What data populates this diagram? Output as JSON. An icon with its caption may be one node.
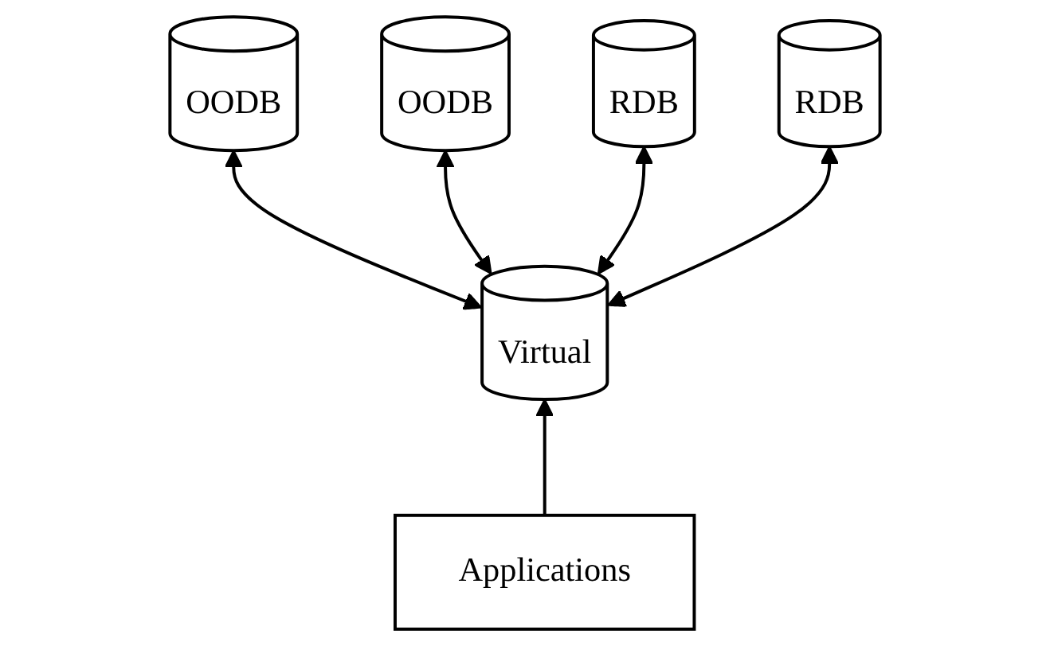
{
  "diagram": {
    "nodes": [
      {
        "text": [
          "OODB"
        ]
      },
      {
        "text": [
          "OODB"
        ]
      },
      {
        "text": [
          "RDB"
        ]
      },
      {
        "text": [
          "RDB"
        ]
      },
      {
        "text": [
          "Virtual"
        ]
      },
      {
        "text": [
          "Applications"
        ]
      }
    ],
    "edges": [
      {
        "from": 0,
        "to": 4,
        "arrow": "both"
      },
      {
        "from": 1,
        "to": 4,
        "arrow": "both"
      },
      {
        "from": 2,
        "to": 4,
        "arrow": "both"
      },
      {
        "from": 3,
        "to": 4,
        "arrow": "both"
      },
      {
        "from": 5,
        "to": 4,
        "arrow": "to"
      }
    ]
  }
}
